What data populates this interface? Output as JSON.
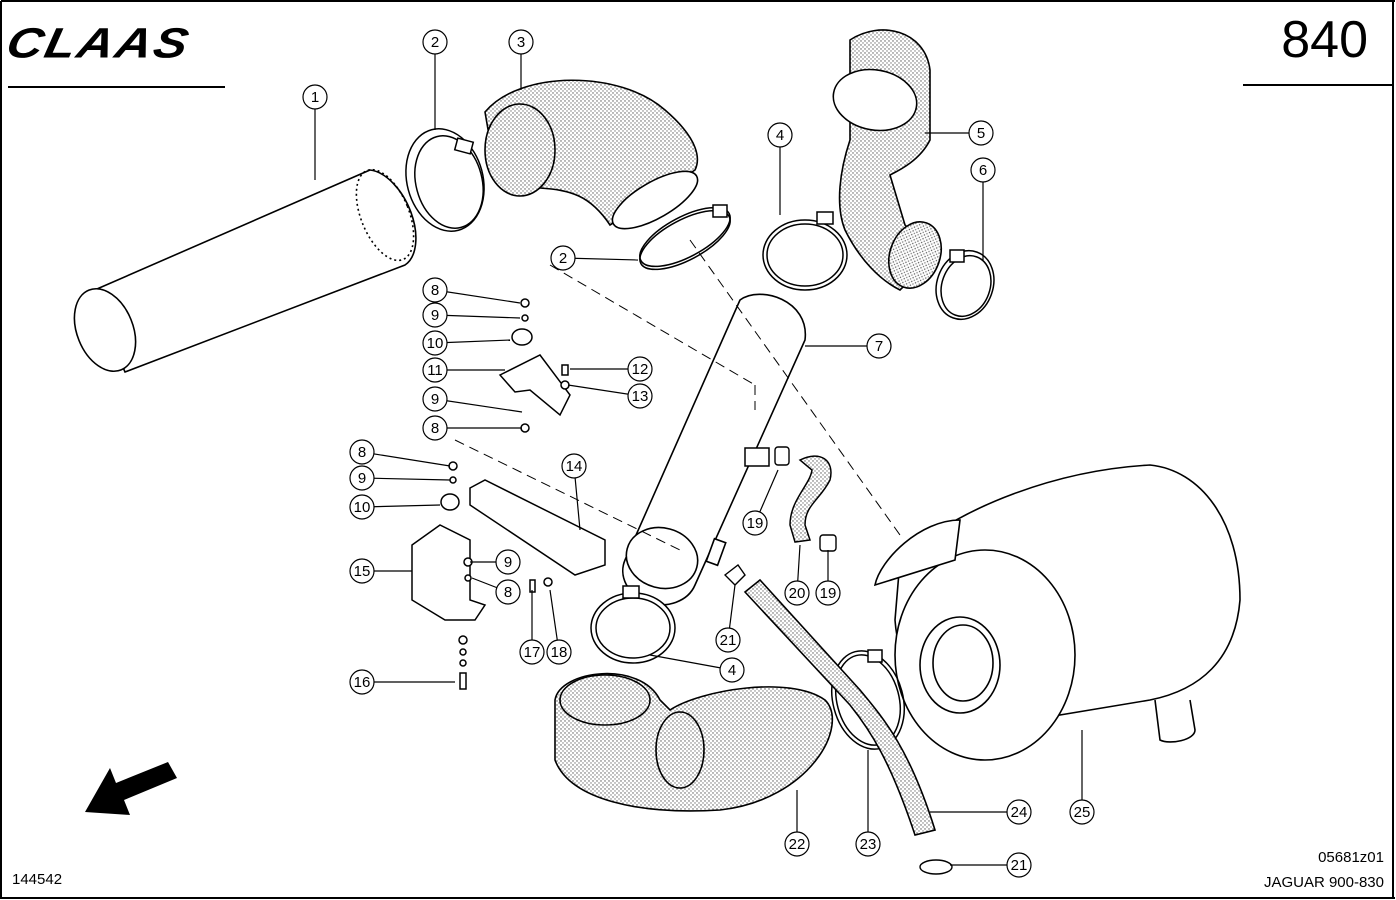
{
  "header": {
    "logo_text": "CLAAS",
    "page_number": "840"
  },
  "footer": {
    "left_code": "144542",
    "drawing_code": "05681z01",
    "model": "JAGUAR 900-830"
  },
  "callouts": [
    "1",
    "2",
    "3",
    "2",
    "4",
    "5",
    "6",
    "7",
    "8",
    "9",
    "10",
    "11",
    "12",
    "13",
    "9",
    "8",
    "8",
    "9",
    "10",
    "14",
    "15",
    "9",
    "8",
    "17",
    "18",
    "19",
    "20",
    "19",
    "4",
    "21",
    "16",
    "22",
    "23",
    "24",
    "25",
    "21"
  ]
}
